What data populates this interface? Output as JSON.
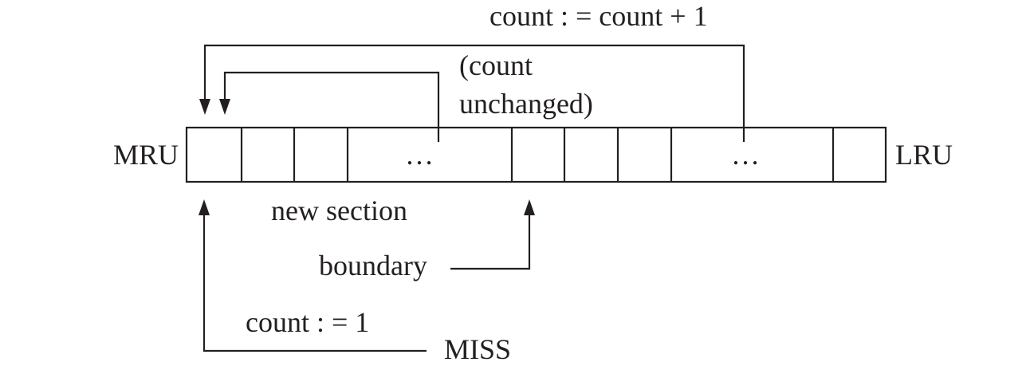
{
  "diagram": {
    "labels": {
      "mru": "MRU",
      "lru": "LRU",
      "count_increment": "count  : = count + 1",
      "count_unchanged_line1": "(count",
      "count_unchanged_line2": "unchanged)",
      "new_section": "new section",
      "boundary": "boundary",
      "count_reset": "count  : = 1",
      "miss": "MISS"
    },
    "cells": [
      "",
      "",
      "",
      "…",
      "",
      "",
      "",
      "…",
      ""
    ],
    "colors": {
      "ink": "#231f20",
      "background": "#ffffff"
    }
  }
}
